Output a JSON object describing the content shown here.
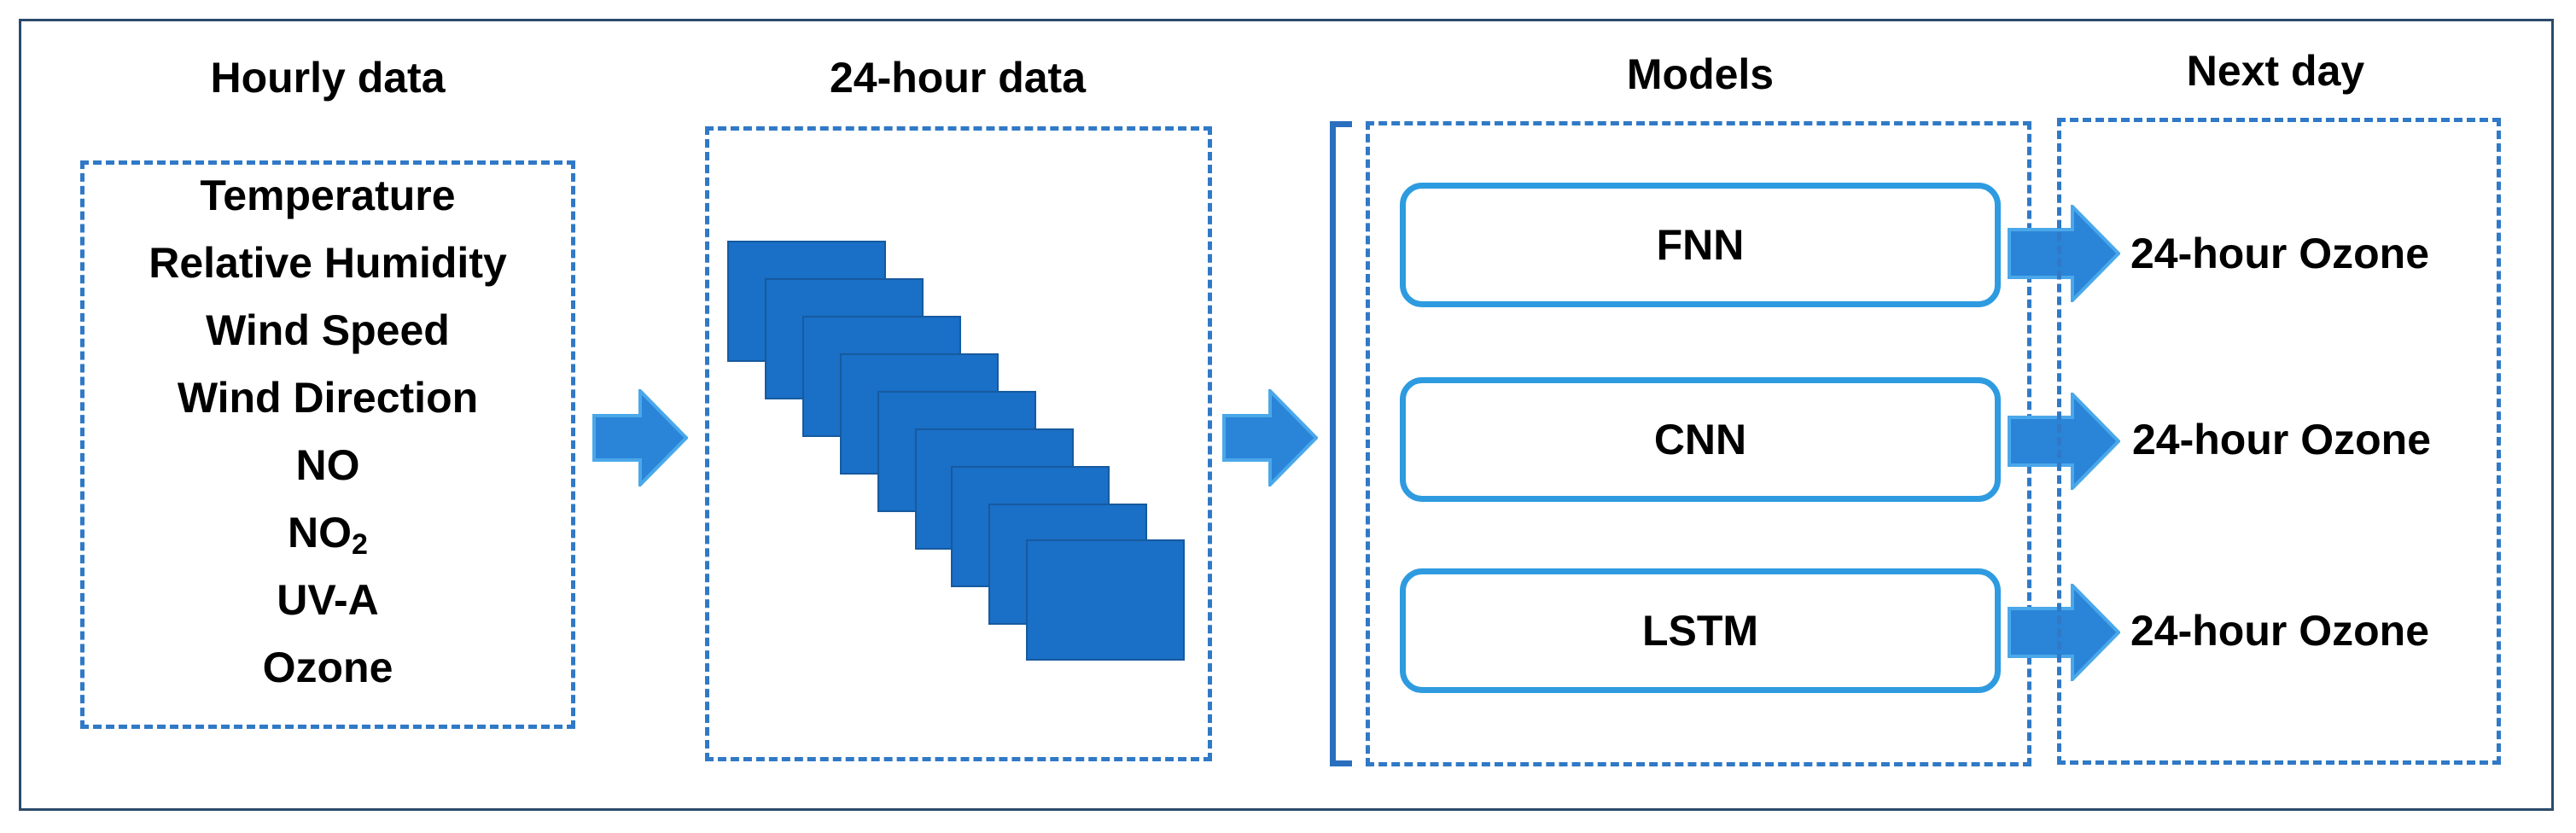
{
  "headings": {
    "hourly": "Hourly data",
    "day_data": "24-hour data",
    "models": "Models",
    "next_day": "Next day"
  },
  "variables": [
    {
      "text": "Temperature"
    },
    {
      "text": "Relative Humidity"
    },
    {
      "text": "Wind Speed"
    },
    {
      "text": "Wind Direction"
    },
    {
      "text": "NO"
    },
    {
      "text": "NO",
      "sub": "2"
    },
    {
      "text": "UV-A"
    },
    {
      "text": "Ozone"
    }
  ],
  "models": [
    "FNN",
    "CNN",
    "LSTM"
  ],
  "outputs": [
    "24-hour Ozone",
    "24-hour Ozone",
    "24-hour Ozone"
  ],
  "colors": {
    "dashed": "#3079c6",
    "card_fill": "#1a6fc6",
    "arrow_fill": "#2a84d8",
    "arrow_edge": "#4aa8ea",
    "model_border": "#2e9be0",
    "frame": "#2b4a6b"
  }
}
